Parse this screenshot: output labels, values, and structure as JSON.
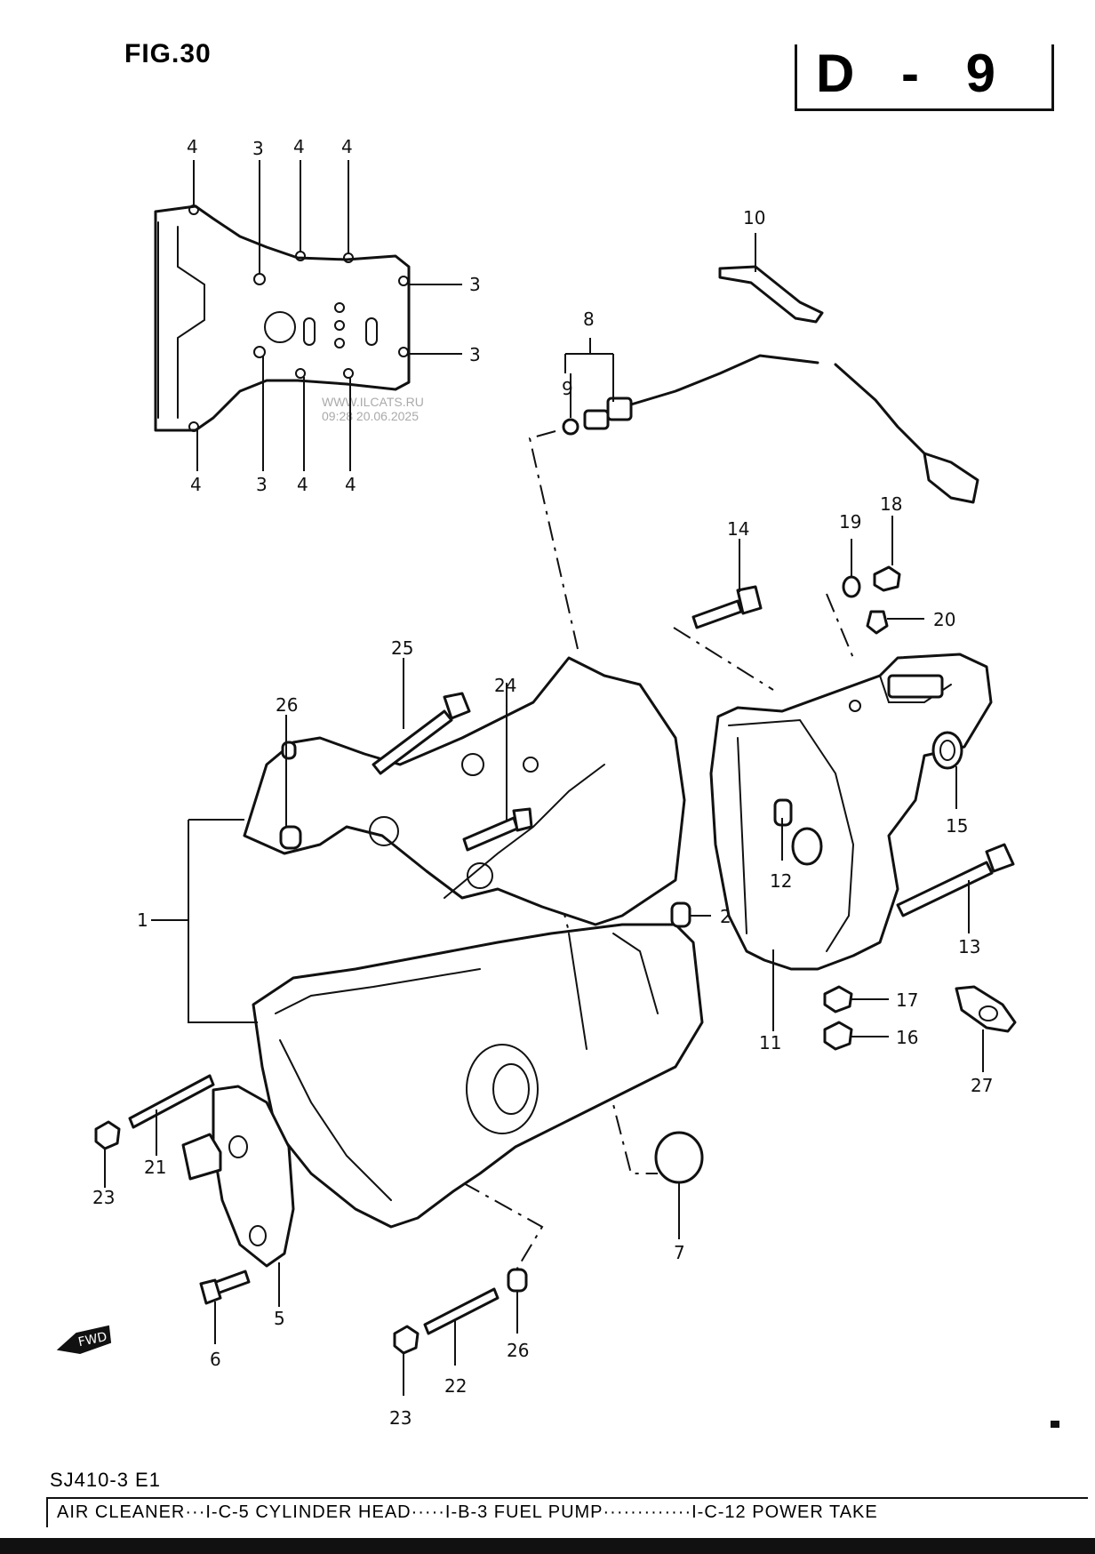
{
  "header": {
    "figure": "FIG.30",
    "code": "D - 9"
  },
  "watermark": {
    "line1": "WWW.ILCATS.RU",
    "line2": "09:28 20.06.2025"
  },
  "callouts": {
    "c1": "1",
    "c2": "2",
    "c3a": "3",
    "c3b": "3",
    "c3c": "3",
    "c3d": "3",
    "c4a": "4",
    "c4b": "4",
    "c4c": "4",
    "c4d": "4",
    "c4e": "4",
    "c4f": "4",
    "c5": "5",
    "c6": "6",
    "c7": "7",
    "c8": "8",
    "c9": "9",
    "c10": "10",
    "c11": "11",
    "c12": "12",
    "c13": "13",
    "c14": "14",
    "c15": "15",
    "c16": "16",
    "c17": "17",
    "c18": "18",
    "c19": "19",
    "c20": "20",
    "c21": "21",
    "c22": "22",
    "c23a": "23",
    "c23b": "23",
    "c24": "24",
    "c25": "25",
    "c26a": "26",
    "c26b": "26",
    "c27": "27"
  },
  "fwd_label": "FWD",
  "footer": {
    "model": "SJ410-3 E1",
    "references": "AIR CLEANER···I-C-5   CYLINDER HEAD·····I-B-3   FUEL PUMP·············I-C-12  POWER TAKE"
  },
  "colors": {
    "ink": "#111111",
    "paper": "#ffffff",
    "watermark": "#aaaaaa"
  }
}
